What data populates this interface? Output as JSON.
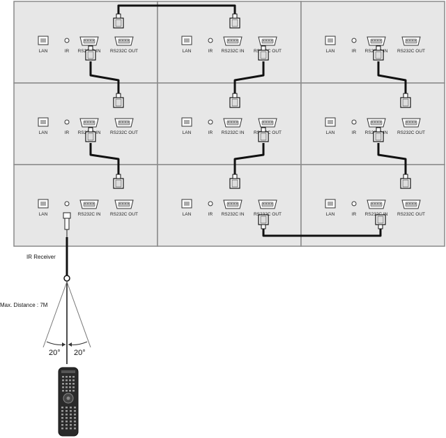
{
  "wall": {
    "rows": 3,
    "cols": 3,
    "port_labels": {
      "lan": "LAN",
      "ir": "IR",
      "rs232c_in": "RS232C IN",
      "rs232c_out": "RS232C OUT"
    }
  },
  "ir_receiver": {
    "label": "IR Receiver"
  },
  "distance": {
    "label": "Max. Distance : 7M"
  },
  "angles": {
    "left": "20°",
    "right": "20°"
  },
  "colors": {
    "panel_fill": "#e7e7e7",
    "panel_border": "#8a8a8a",
    "cable": "#111111"
  }
}
